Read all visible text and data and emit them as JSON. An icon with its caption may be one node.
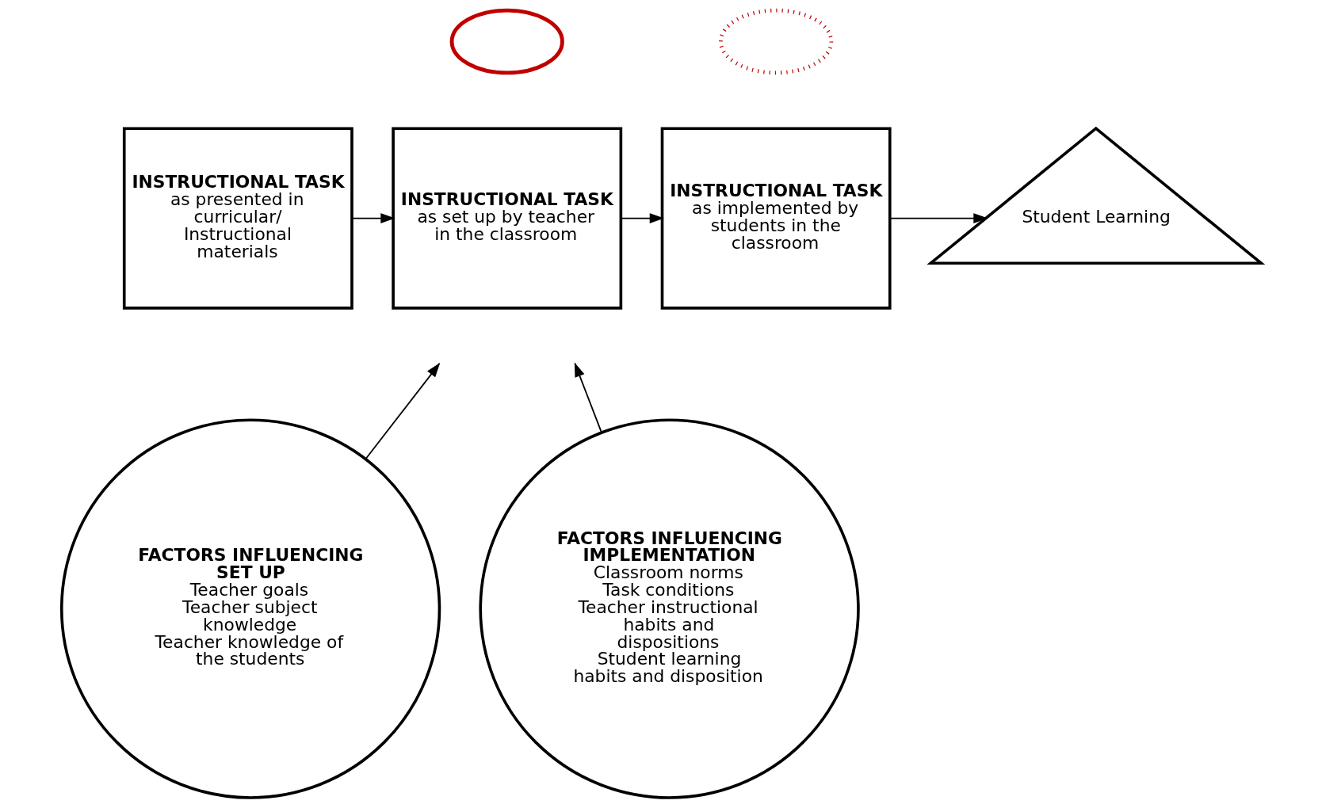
{
  "diagram": {
    "nodes": [
      {
        "text": [
          "INSTRUCTIONAL TASK",
          "as presented in curricular/ Instructional materials"
        ]
      },
      {
        "text": [
          "INSTRUCTIONAL TASK",
          "as set up by teacher in the classroom"
        ]
      },
      {
        "text": [
          "INSTRUCTIONAL TASK",
          "as implemented by students in the classroom"
        ]
      },
      {
        "text": [
          "Student Learning"
        ]
      },
      {
        "text": [
          "FACTORS INFLUENCING SET UP",
          "Teacher goals",
          "Teacher subject knowledge",
          "Teacher knowledge of the students"
        ]
      },
      {
        "text": [
          "FACTORS INFLUENCING IMPLEMENTATION",
          "Classroom norms",
          "Task conditions",
          "Teacher instructional habits and dispositions",
          "Student learning habits and disposition"
        ]
      },
      {
        "text": [],
        "shape": "circle"
      },
      {
        "text": [],
        "shape": "circle"
      }
    ],
    "edges": [
      {
        "from": 0,
        "to": 1,
        "arrow": "to"
      },
      {
        "from": 1,
        "to": 2,
        "arrow": "to"
      },
      {
        "from": 2,
        "to": 3,
        "arrow": "to"
      },
      {
        "from": 4,
        "to": null,
        "arrow": "to"
      },
      {
        "from": 5,
        "to": null,
        "arrow": "to"
      }
    ]
  }
}
